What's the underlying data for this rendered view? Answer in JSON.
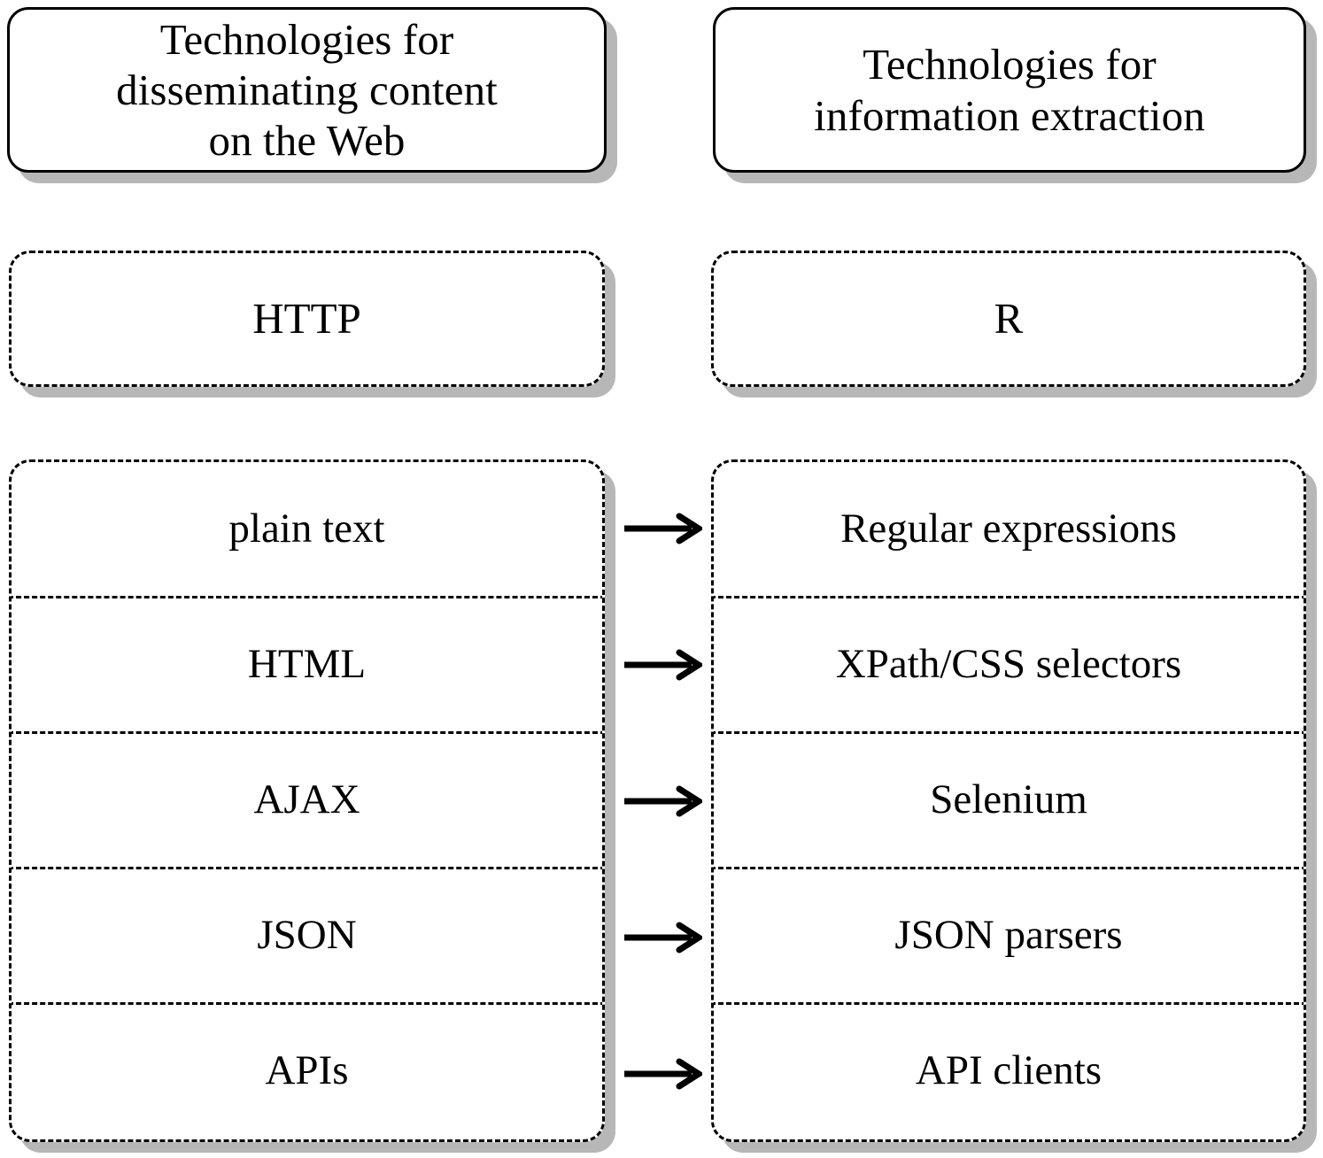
{
  "diagram": {
    "title": "Technologies for disseminating content on the Web mapped to technologies for information extraction",
    "columns": [
      {
        "id": "dissemination",
        "header": "Technologies for disseminating content on the Web",
        "header_lines": [
          "Technologies for",
          "disseminating content",
          "on the Web"
        ],
        "standalone_box": "HTTP",
        "items": [
          "plain text",
          "HTML",
          "AJAX",
          "JSON",
          "APIs"
        ]
      },
      {
        "id": "extraction",
        "header": "Technologies for information extraction",
        "header_lines": [
          "Technologies for",
          "information extraction"
        ],
        "standalone_box": "R",
        "items": [
          "Regular expressions",
          "XPath/CSS selectors",
          "Selenium",
          "JSON parsers",
          "API clients"
        ]
      }
    ],
    "connections": [
      {
        "from": "plain text",
        "to": "Regular expressions",
        "glyph": "long-right-arrow"
      },
      {
        "from": "HTML",
        "to": "XPath/CSS selectors",
        "glyph": "long-right-arrow"
      },
      {
        "from": "AJAX",
        "to": "Selenium",
        "glyph": "long-right-arrow"
      },
      {
        "from": "JSON",
        "to": "JSON parsers",
        "glyph": "long-right-arrow"
      },
      {
        "from": "APIs",
        "to": "API clients",
        "glyph": "long-right-arrow"
      }
    ],
    "style": {
      "line_color": "#000000",
      "shadow_color": "#b7b7b7",
      "background_color": "#ffffff"
    }
  }
}
